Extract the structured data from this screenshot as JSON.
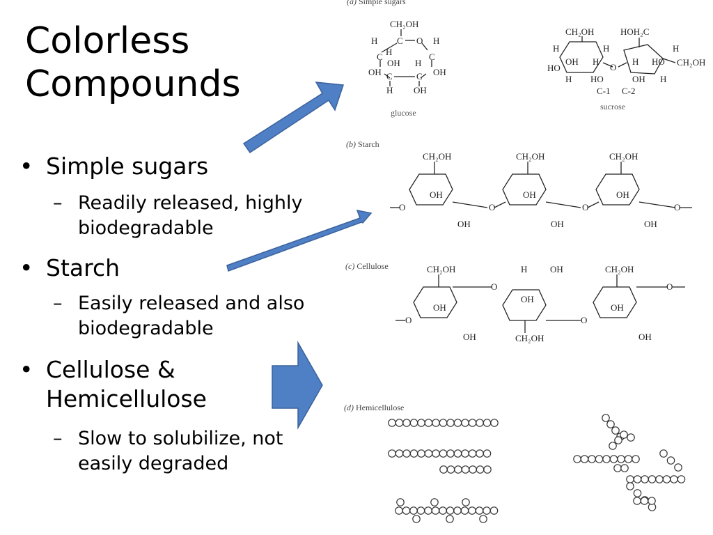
{
  "title_lines": [
    "Colorless",
    "Compounds"
  ],
  "bullets": [
    {
      "text": "Simple sugars",
      "sub": [
        "Readily released, highly",
        "biodegradable"
      ]
    },
    {
      "text": "Starch",
      "sub": [
        "Easily released and also",
        "biodegradable"
      ]
    },
    {
      "text": "Cellulose &",
      "text2": "Hemicellulose",
      "sub": [
        "Slow to solubilize, not",
        "easily degraded"
      ]
    }
  ],
  "figure": {
    "panel_a": {
      "label_letter": "(a)",
      "label": "Simple sugars",
      "glucose": "glucose",
      "sucrose": "sucrose"
    },
    "panel_b": {
      "label_letter": "(b)",
      "label": "Starch"
    },
    "panel_c": {
      "label_letter": "(c)",
      "label": "Cellulose"
    },
    "panel_d": {
      "label_letter": "(d)",
      "label": "Hemicellulose"
    },
    "atoms": {
      "ch2oh": "CH₂OH",
      "hoh2c": "HOH₂C",
      "c": "C",
      "h": "H",
      "o": "O",
      "oh": "OH",
      "ho": "HO",
      "c1": "C-1",
      "c2": "C-2"
    }
  },
  "colors": {
    "arrow_fill": "#4f7fc4",
    "arrow_stroke": "#3a629c"
  }
}
